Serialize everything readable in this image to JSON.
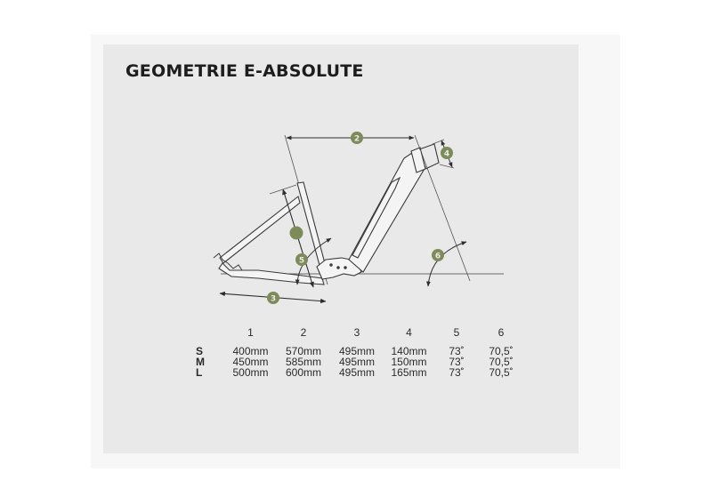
{
  "title": "GEOMETRIE E-ABSOLUTE",
  "colors": {
    "page_bg": "#ffffff",
    "frame_bg": "#f7f7f7",
    "panel_bg": "#e9e9e9",
    "badge": "#7d8a5a",
    "line": "#4a4a4a",
    "text": "#1d1d1d"
  },
  "diagram": {
    "badges": [
      {
        "id": "1",
        "label": ""
      },
      {
        "id": "2",
        "label": "2"
      },
      {
        "id": "3",
        "label": "3"
      },
      {
        "id": "4",
        "label": "4"
      },
      {
        "id": "5",
        "label": "5"
      },
      {
        "id": "6",
        "label": "6"
      }
    ]
  },
  "table": {
    "columns": [
      "",
      "1",
      "2",
      "3",
      "4",
      "5",
      "6"
    ],
    "rows": [
      {
        "size": "S",
        "values": [
          "400mm",
          "570mm",
          "495mm",
          "140mm",
          "73˚",
          "70,5˚"
        ]
      },
      {
        "size": "M",
        "values": [
          "450mm",
          "585mm",
          "495mm",
          "150mm",
          "73˚",
          "70,5˚"
        ]
      },
      {
        "size": "L",
        "values": [
          "500mm",
          "600mm",
          "495mm",
          "165mm",
          "73˚",
          "70,5˚"
        ]
      }
    ]
  }
}
